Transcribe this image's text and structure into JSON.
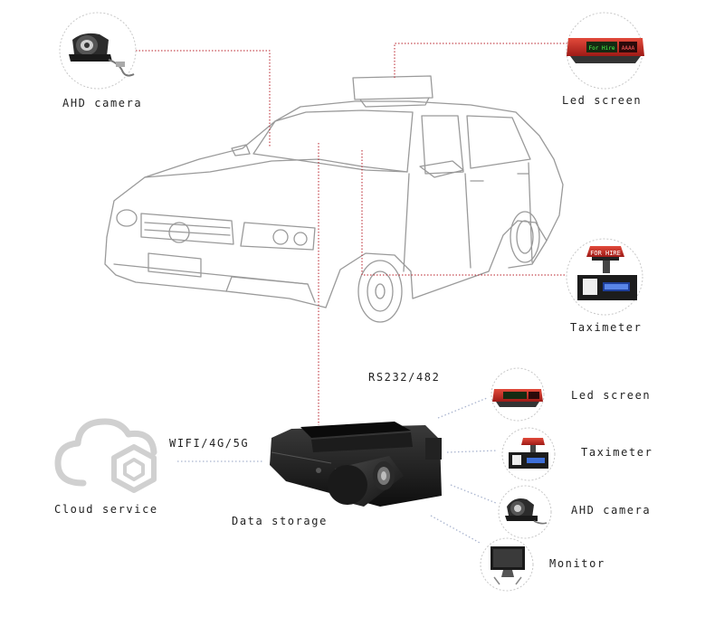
{
  "vehicle_labels": {
    "ahd_camera": "AHD camera",
    "led_screen": "Led screen",
    "taximeter": "Taximeter"
  },
  "interfaces": {
    "rs232": "RS232/482",
    "wireless": "WIFI/4G/5G"
  },
  "center": {
    "cloud_service": "Cloud service",
    "data_storage": "Data storage"
  },
  "peripherals": [
    {
      "label": "Led screen",
      "icon": "led-screen-icon"
    },
    {
      "label": "Taximeter",
      "icon": "taximeter-icon"
    },
    {
      "label": "AHD camera",
      "icon": "ahd-camera-icon"
    },
    {
      "label": "Monitor",
      "icon": "monitor-icon"
    }
  ],
  "led_texts": {
    "left": "For Hire",
    "right": "AAAA"
  },
  "taximeter_sign": "FOR HIRE",
  "colors": {
    "connector_red": "#b8202a",
    "connector_blue": "#a9b4cf",
    "outline": "#9a9a9a",
    "cloud_gray": "#cfcfcf"
  }
}
